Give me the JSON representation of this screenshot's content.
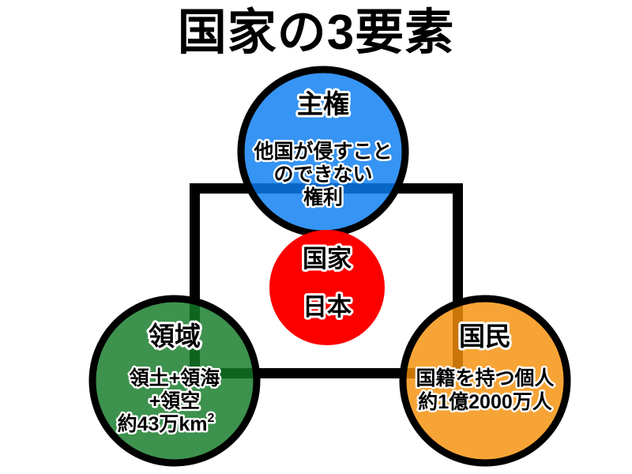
{
  "title": "国家の3要素",
  "center": {
    "name": "center-node",
    "heading": "国家",
    "value": "日本",
    "color": "#fc0000"
  },
  "nodes": [
    {
      "key": "sovereignty",
      "heading": "主権",
      "lines": [
        "他国が侵すこと",
        "のできない",
        "権利"
      ],
      "color": "#0a7cf2",
      "light_color": "#7aaef0"
    },
    {
      "key": "territory",
      "heading": "領域",
      "lines": [
        "領土+領海",
        "+領空",
        "約43万km"
      ],
      "superscript": "2",
      "color": "#127a26",
      "light_color": "#8fc49a"
    },
    {
      "key": "citizens",
      "heading": "国民",
      "lines": [
        "国籍を持つ個人",
        "約1億2000万人"
      ],
      "color": "#f5900a",
      "light_color": "#fcc98f"
    }
  ],
  "connector": {
    "name": "connector-square",
    "color": "#000000"
  },
  "background": "#ffffff"
}
